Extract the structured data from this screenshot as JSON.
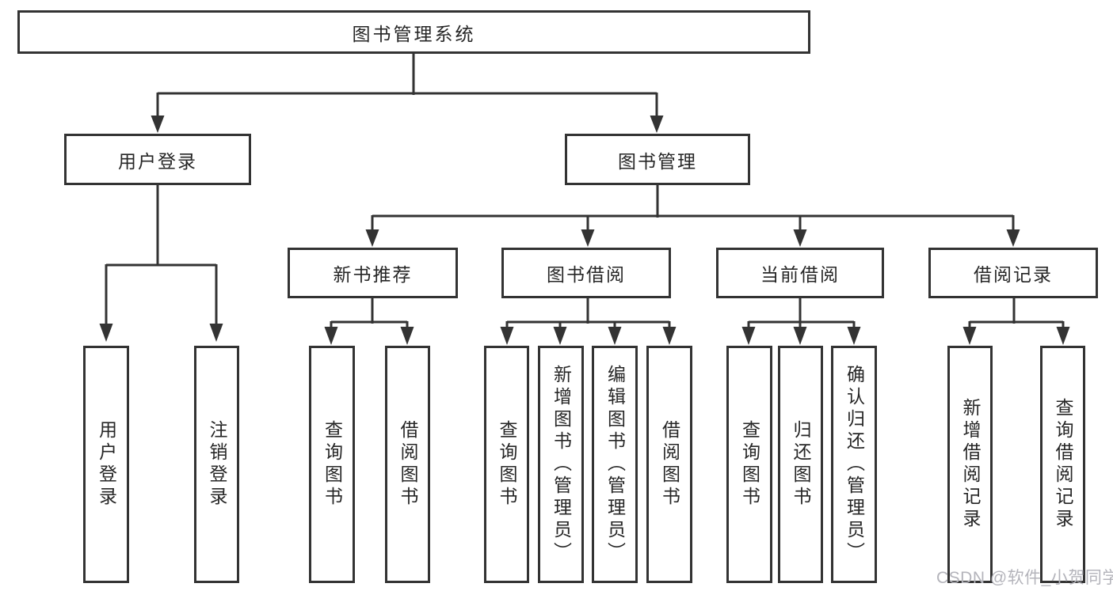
{
  "title": "图书管理系统",
  "branches": [
    {
      "label": "用户登录",
      "children": [
        {
          "label": "用户登录"
        },
        {
          "label": "注销登录"
        }
      ]
    },
    {
      "label": "图书管理",
      "children": [
        {
          "label": "新书推荐",
          "children": [
            {
              "label": "查询图书"
            },
            {
              "label": "借阅图书"
            }
          ]
        },
        {
          "label": "图书借阅",
          "children": [
            {
              "label": "查询图书"
            },
            {
              "label": "新增图书（管理员）"
            },
            {
              "label": "编辑图书（管理员）"
            },
            {
              "label": "借阅图书"
            }
          ]
        },
        {
          "label": "当前借阅",
          "children": [
            {
              "label": "查询图书"
            },
            {
              "label": "归还图书"
            },
            {
              "label": "确认归还（管理员）"
            }
          ]
        },
        {
          "label": "借阅记录",
          "children": [
            {
              "label": "新增借阅记录"
            },
            {
              "label": "查询借阅记录"
            }
          ]
        }
      ]
    }
  ],
  "watermark": "CSDN @软件_小贺同学",
  "colors": {
    "line": "#333333",
    "text": "#262626",
    "watermark": "#b4b4bb",
    "background": "#ffffff"
  }
}
